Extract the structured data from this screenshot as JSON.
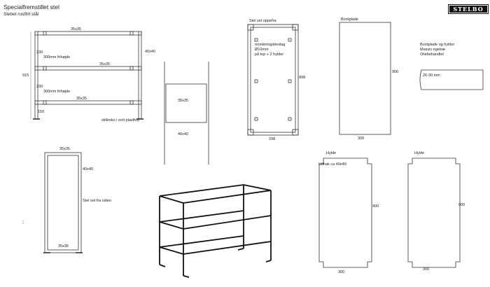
{
  "header": {
    "title": "Specialfremstillet stel",
    "subtitle": "Slebet rustfrit stål",
    "logo": "STELBO"
  },
  "front_view": {
    "dim_top": "35x35",
    "dim_mid": "35x35",
    "dim_low": "35x35",
    "dim_side": "40x40",
    "height": "915",
    "gap1": "330",
    "gap2": "330",
    "foot": "150",
    "note1": "300mm frihøjde",
    "note2": "300mm frihøjde",
    "feet_note": "stillesko i sort plastfod"
  },
  "section_view": {
    "inner": "35x35",
    "outer": "40x40"
  },
  "top_view": {
    "label": "Stel set oppefra",
    "mount": "monteringsbeslag",
    "diameter": "Ø10mm",
    "placement": "på top + 2 hylder",
    "depth": "898",
    "width": "298"
  },
  "tabletop": {
    "label": "Bordplade",
    "height": "900",
    "width": "300"
  },
  "tabletop_notes": {
    "line1": "Bordplade og hylder",
    "line2": "Massiv egetræ",
    "line3": "Oliebehandlet",
    "thickness": "26-30 mm"
  },
  "side_view": {
    "dim_top": "35x35",
    "dim_side": "40x40",
    "label": "Stel set fra siden",
    "dim_bottom": "35x35"
  },
  "shelf1": {
    "label": "Hylde",
    "notch": "Udhak ca 40x40",
    "height": "900",
    "width": "300"
  },
  "shelf2": {
    "label": "Hylde",
    "height": "900",
    "width": "300"
  }
}
